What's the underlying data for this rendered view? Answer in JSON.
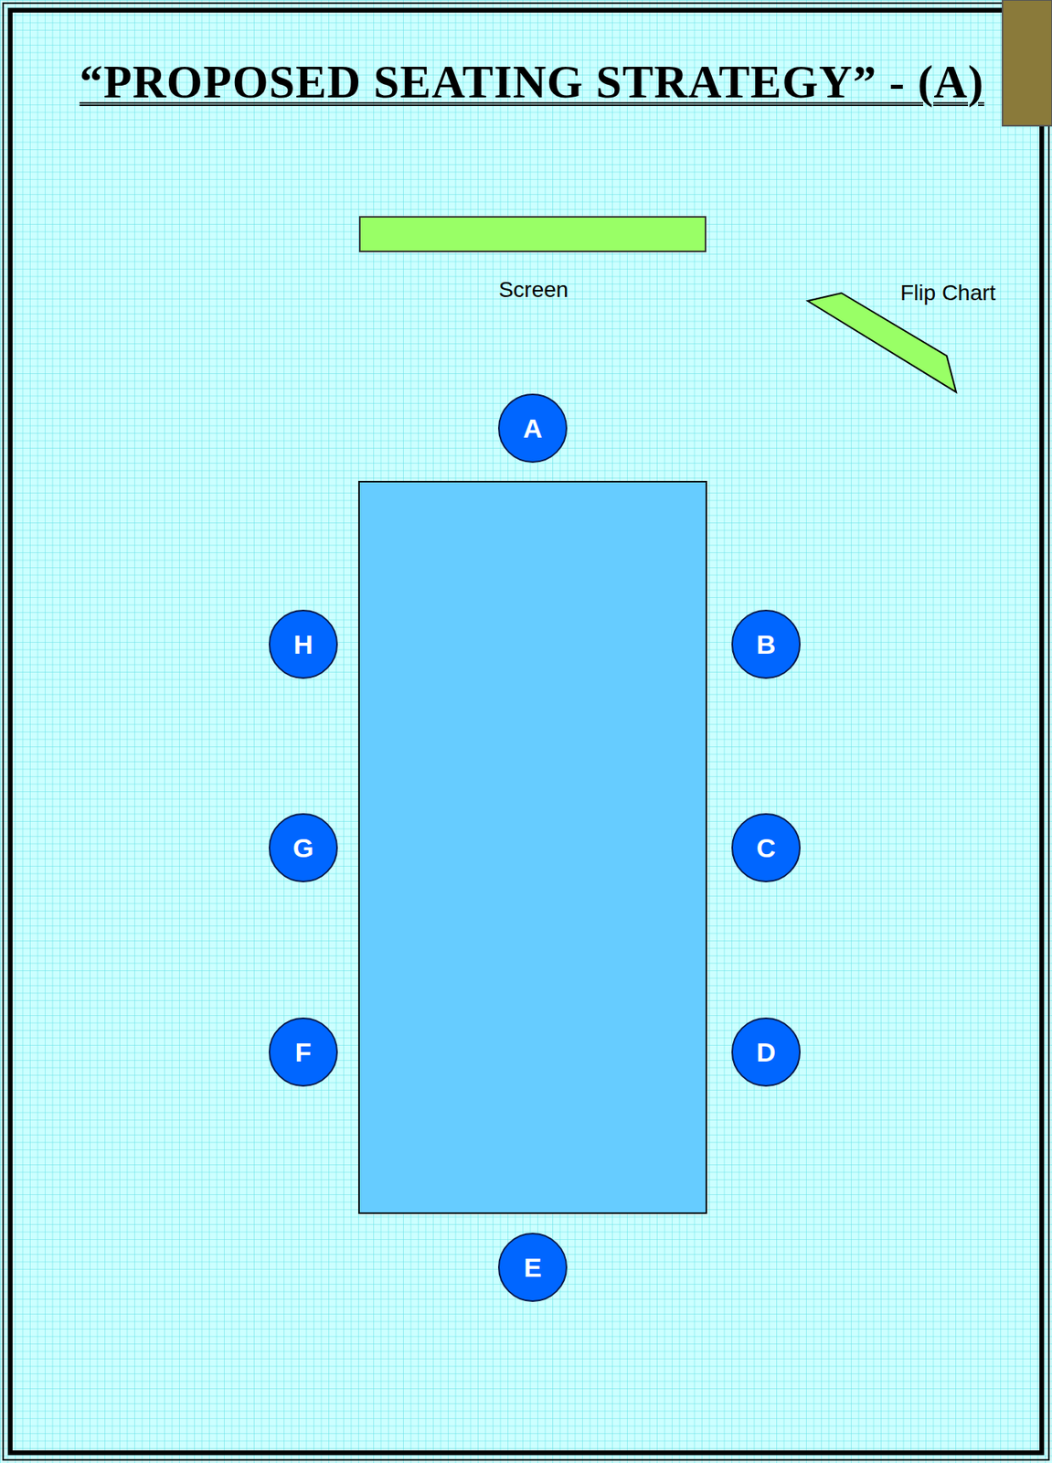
{
  "diagram": {
    "title": "“PROPOSED SEATING STRATEGY” - (A)",
    "nodes": [
      {
        "text": [
          "Screen"
        ]
      },
      {
        "text": [
          "Flip Chart"
        ]
      },
      {
        "text": [
          "A"
        ]
      },
      {
        "text": [
          "H"
        ]
      },
      {
        "text": [
          "B"
        ]
      },
      {
        "text": [
          "G"
        ]
      },
      {
        "text": [
          "C"
        ]
      },
      {
        "text": [
          "F"
        ]
      },
      {
        "text": [
          "D"
        ]
      },
      {
        "text": [
          "E"
        ]
      }
    ]
  }
}
